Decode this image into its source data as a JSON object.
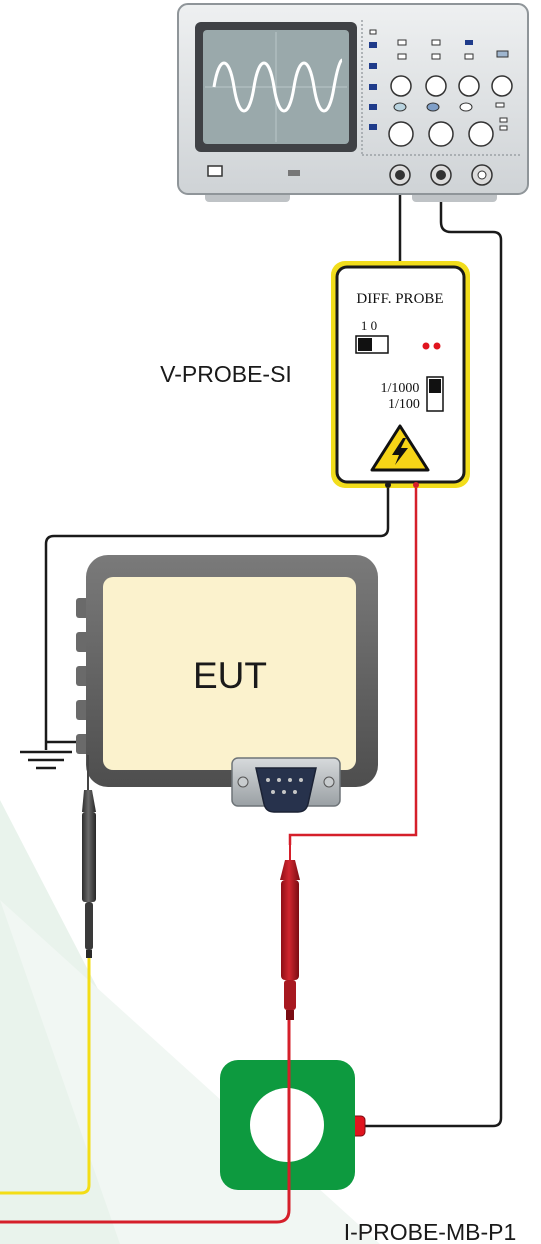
{
  "labels": {
    "v_probe": "V-PROBE-SI",
    "diff_probe_title": "DIFF. PROBE",
    "switch_on_off": "1 0",
    "ratio_1000": "1/1000",
    "ratio_100": "1/100",
    "eut": "EUT",
    "i_probe": "I-PROBE-MB-P1"
  },
  "components": {
    "oscilloscope": "oscilloscope-icon",
    "differential_probe": "differential-probe-box",
    "high_voltage_warning": "high-voltage-warning-icon",
    "device_under_test": "eut-box",
    "connector": "db9-connector-icon",
    "ground": "ground-symbol-icon",
    "black_test_probe": "black-test-probe-icon",
    "red_test_probe": "red-test-probe-icon",
    "current_clamp": "current-clamp-icon"
  },
  "colors": {
    "wire_black": "#1a1a1a",
    "wire_red": "#d51f2a",
    "wire_yellow": "#f3dd16",
    "probe_outline": "#f2dd1c",
    "eut_fill": "#fbf2cd",
    "clamp_green": "#0d9a3f"
  }
}
